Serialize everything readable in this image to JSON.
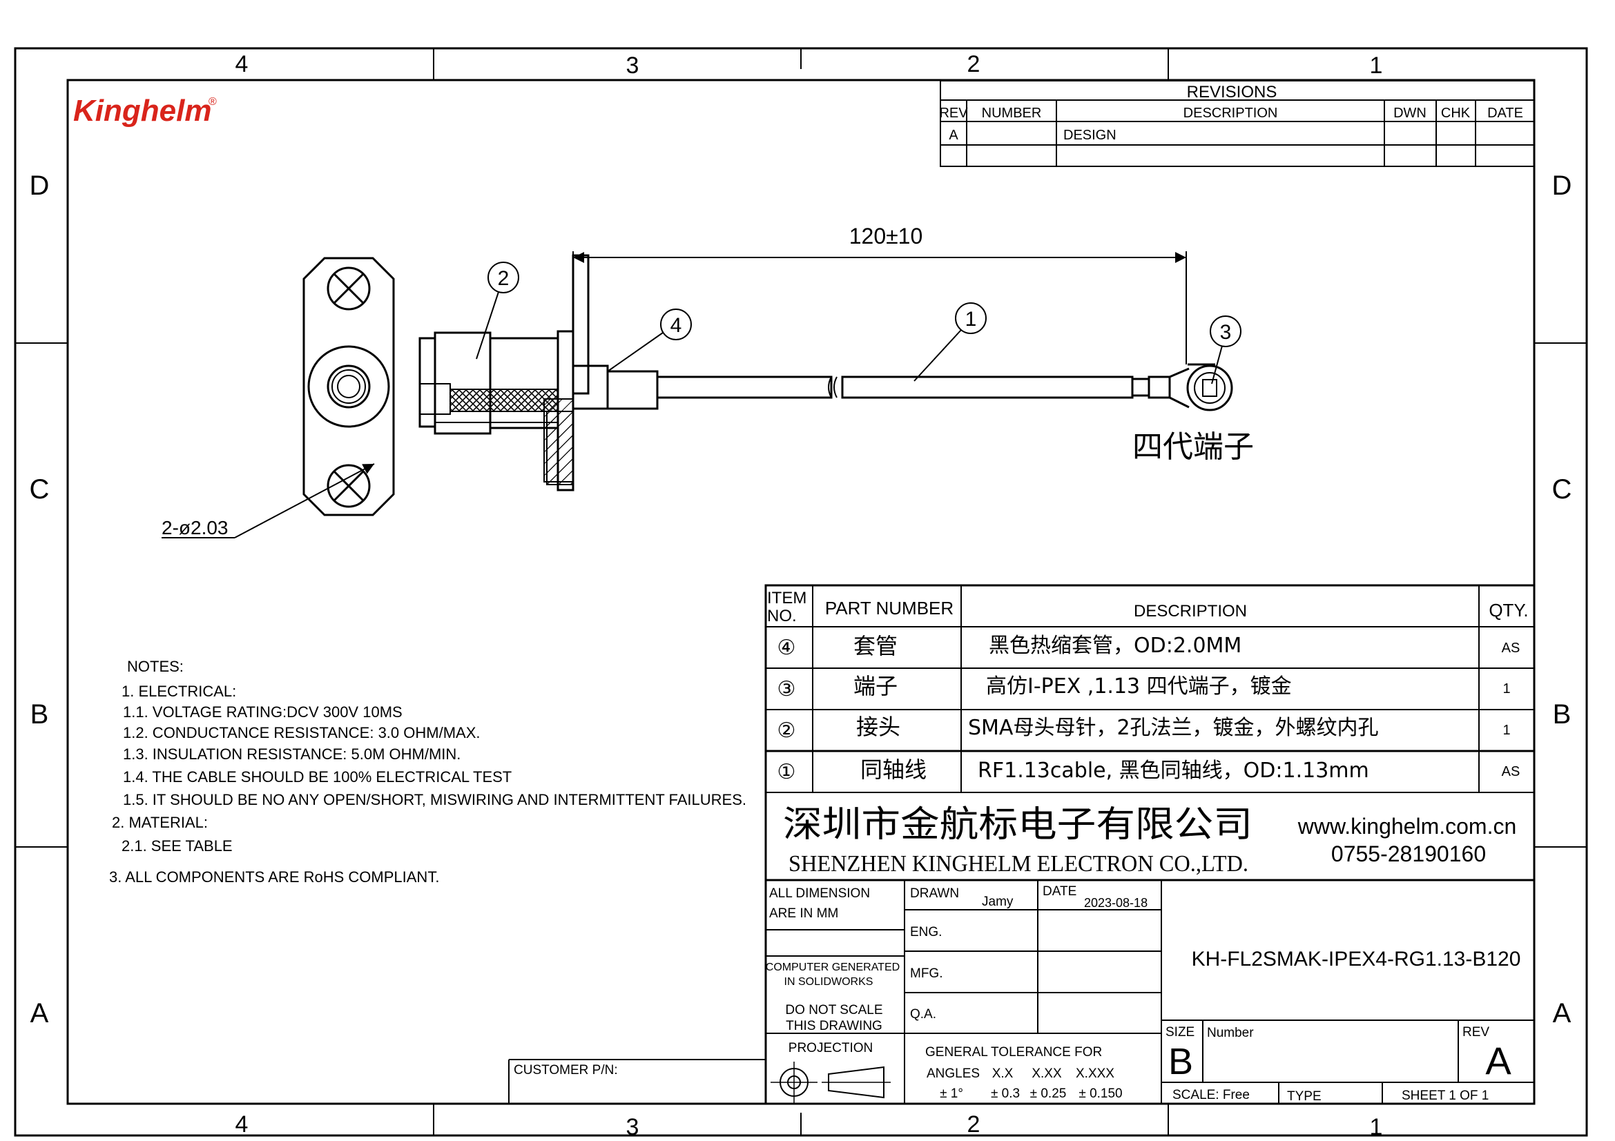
{
  "logo": {
    "text": "Kinghelm",
    "reg": "®",
    "color": "#d9241b"
  },
  "zones": {
    "cols_top": [
      "4",
      "3",
      "2",
      "1"
    ],
    "cols_bottom": [
      "4",
      "3",
      "2",
      "1"
    ],
    "rows_left": [
      "D",
      "C",
      "B",
      "A"
    ],
    "rows_right": [
      "D",
      "C",
      "B",
      "A"
    ]
  },
  "revisions": {
    "title": "REVISIONS",
    "headers": {
      "rev": "REV",
      "number": "NUMBER",
      "description": "DESCRIPTION",
      "dwn": "DWN",
      "chk": "CHK",
      "date": "DATE"
    },
    "rows": [
      {
        "rev": "A",
        "number": "",
        "description": "DESIGN",
        "dwn": "",
        "chk": "",
        "date": ""
      }
    ]
  },
  "drawing": {
    "dimension": "120±10",
    "hole_callout": "2-ø2.03",
    "terminal_label": "四代端子",
    "balloons": {
      "b1": "1",
      "b2": "2",
      "b3": "3",
      "b4": "4"
    }
  },
  "notes": {
    "title": "NOTES:",
    "lines": [
      "1.  ELECTRICAL:",
      "1.1.   VOLTAGE RATING:DCV 300V 10MS",
      "1.2.   CONDUCTANCE RESISTANCE: 3.0 OHM/MAX.",
      "1.3.   INSULATION RESISTANCE: 5.0M OHM/MIN.",
      "1.4.   THE CABLE SHOULD BE 100% ELECTRICAL TEST",
      "1.5.   IT SHOULD BE NO ANY OPEN/SHORT, MISWIRING AND INTERMITTENT FAILURES.",
      "2.  MATERIAL:",
      "2.1.   SEE TABLE",
      "3.   ALL COMPONENTS ARE RoHS COMPLIANT."
    ]
  },
  "bom": {
    "headers": {
      "item_line1": "ITEM",
      "item_line2": "NO.",
      "part": "PART  NUMBER",
      "desc": "DESCRIPTION",
      "qty": "QTY."
    },
    "rows": [
      {
        "item": "④",
        "part": "套管",
        "desc": "黑色热缩套管，OD:2.0MM",
        "qty": "AS"
      },
      {
        "item": "③",
        "part": "端子",
        "desc": "高仿I-PEX ,1.13 四代端子，镀金",
        "qty": "1"
      },
      {
        "item": "②",
        "part": "接头",
        "desc": "SMA母头母针，2孔法兰，镀金，外螺纹内孔",
        "qty": "1"
      },
      {
        "item": "①",
        "part": "同轴线",
        "desc": "RF1.13cable, 黑色同轴线，OD:1.13mm",
        "qty": "AS"
      }
    ]
  },
  "company": {
    "name_cn": "深圳市金航标电子有限公司",
    "name_en": "SHENZHEN  KINGHELM    ELECTRON  CO.,LTD.",
    "website": "www.kinghelm.com.cn",
    "phone": "0755-28190160"
  },
  "title_block": {
    "dims_line1": "ALL DIMENSION",
    "dims_line2": "ARE IN MM",
    "computer_line1": "COMPUTER GENERATED",
    "computer_line2": "IN SOLIDWORKS",
    "donot_line1": "DO NOT SCALE",
    "donot_line2": "THIS DRAWING",
    "projection": "PROJECTION",
    "drawn_label": "DRAWN",
    "drawn_value": "Jamy",
    "date_label": "DATE",
    "date_value": "2023-08-18",
    "eng": "ENG.",
    "mfg": "MFG.",
    "qa": "Q.A.",
    "tolerance_title": "GENERAL TOLERANCE FOR",
    "tol_headers": [
      "ANGLES",
      "X.X",
      "X.XX",
      "X.XXX"
    ],
    "tol_values": [
      "± 1°",
      "± 0.3",
      "± 0.25",
      "± 0.150"
    ],
    "part_number": "KH-FL2SMAK-IPEX4-RG1.13-B120",
    "size_label": "SIZE",
    "size_value": "B",
    "number_label": "Number",
    "rev_label": "REV",
    "rev_value": "A",
    "scale": "SCALE:  Free",
    "type": "TYPE",
    "sheet": "SHEET   1    OF    1",
    "customer_pn": "CUSTOMER P/N:"
  }
}
